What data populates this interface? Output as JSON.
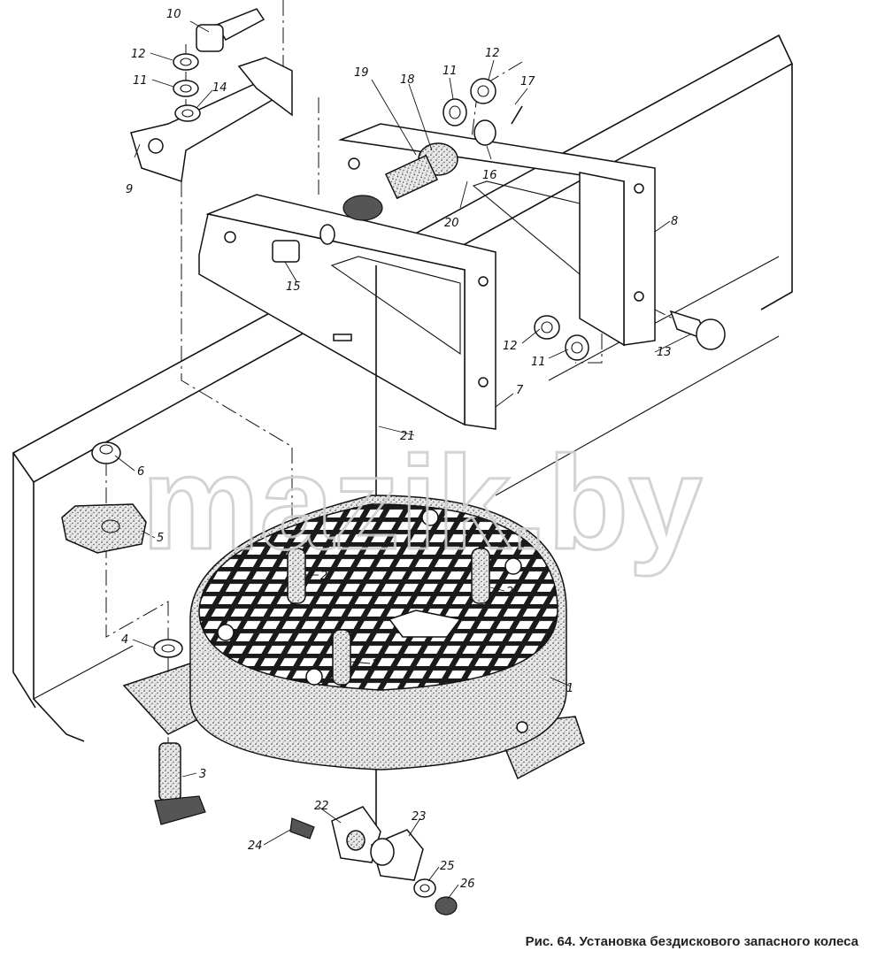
{
  "watermark": "mazik.by",
  "caption": "Рис. 64. Установка бездискового запасного колеса",
  "parts": [
    {
      "n": "1"
    },
    {
      "n": "2"
    },
    {
      "n": "2"
    },
    {
      "n": "2"
    },
    {
      "n": "3"
    },
    {
      "n": "4"
    },
    {
      "n": "5"
    },
    {
      "n": "6"
    },
    {
      "n": "7"
    },
    {
      "n": "8"
    },
    {
      "n": "9"
    },
    {
      "n": "10"
    },
    {
      "n": "11"
    },
    {
      "n": "11"
    },
    {
      "n": "11"
    },
    {
      "n": "12"
    },
    {
      "n": "12"
    },
    {
      "n": "12"
    },
    {
      "n": "13"
    },
    {
      "n": "14"
    },
    {
      "n": "15"
    },
    {
      "n": "16"
    },
    {
      "n": "17"
    },
    {
      "n": "18"
    },
    {
      "n": "19"
    },
    {
      "n": "20"
    },
    {
      "n": "21"
    },
    {
      "n": "22"
    },
    {
      "n": "23"
    },
    {
      "n": "24"
    },
    {
      "n": "25"
    },
    {
      "n": "26"
    }
  ],
  "colors": {
    "ink": "#111111",
    "watermark": "#cfcfcf",
    "caption": "#222222"
  }
}
